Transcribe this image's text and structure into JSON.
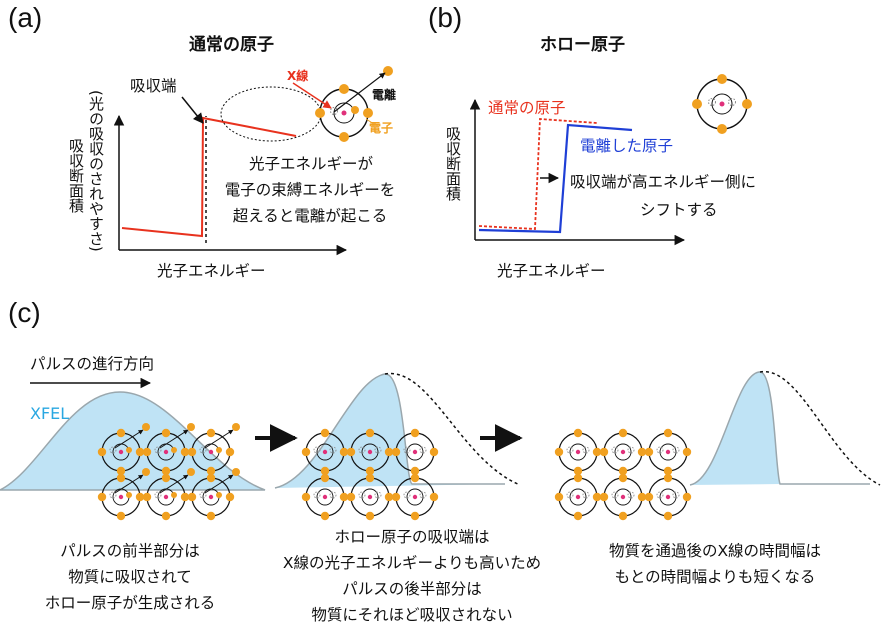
{
  "panel_a": {
    "label": "(a)",
    "title": "通常の原子",
    "edge_label": "吸収端",
    "ylabel_line1": "吸収断面積",
    "ylabel_line2": "(光の吸収のされやすさ)",
    "xlabel": "光子エネルギー",
    "xray_label": "X線",
    "ionization_label": "電離",
    "electron_label": "電子",
    "note_line1": "光子エネルギーが",
    "note_line2": "電子の束縛エネルギーを",
    "note_line3": "超えると電離が起こる"
  },
  "panel_b": {
    "label": "(b)",
    "title": "ホロー原子",
    "normal_atom_label": "通常の原子",
    "ionized_atom_label": "電離した原子",
    "ylabel": "吸収断面積",
    "xlabel": "光子エネルギー",
    "shift_line1": "吸収端が高エネルギー側に",
    "shift_line2": "シフトする"
  },
  "panel_c": {
    "label": "(c)",
    "pulse_direction": "パルスの進行方向",
    "xfel_label": "XFEL",
    "caption1": [
      "パルスの前半部分は",
      "物質に吸収されて",
      "ホロー原子が生成される"
    ],
    "caption2": [
      "ホロー原子の吸収端は",
      "X線の光子エネルギーよりも高いため",
      "パルスの後半部分は",
      "物質にそれほど吸収されない"
    ],
    "caption3": [
      "物質を通過後のX線の時間幅は",
      "もとの時間幅よりも短くなる"
    ]
  },
  "colors": {
    "red": "#e8321e",
    "blue": "#1f3fd6",
    "orange": "#f0a020",
    "pink": "#e0307a",
    "xfel_fill": "#bfe3f5",
    "xfel_text": "#29a7e1"
  }
}
